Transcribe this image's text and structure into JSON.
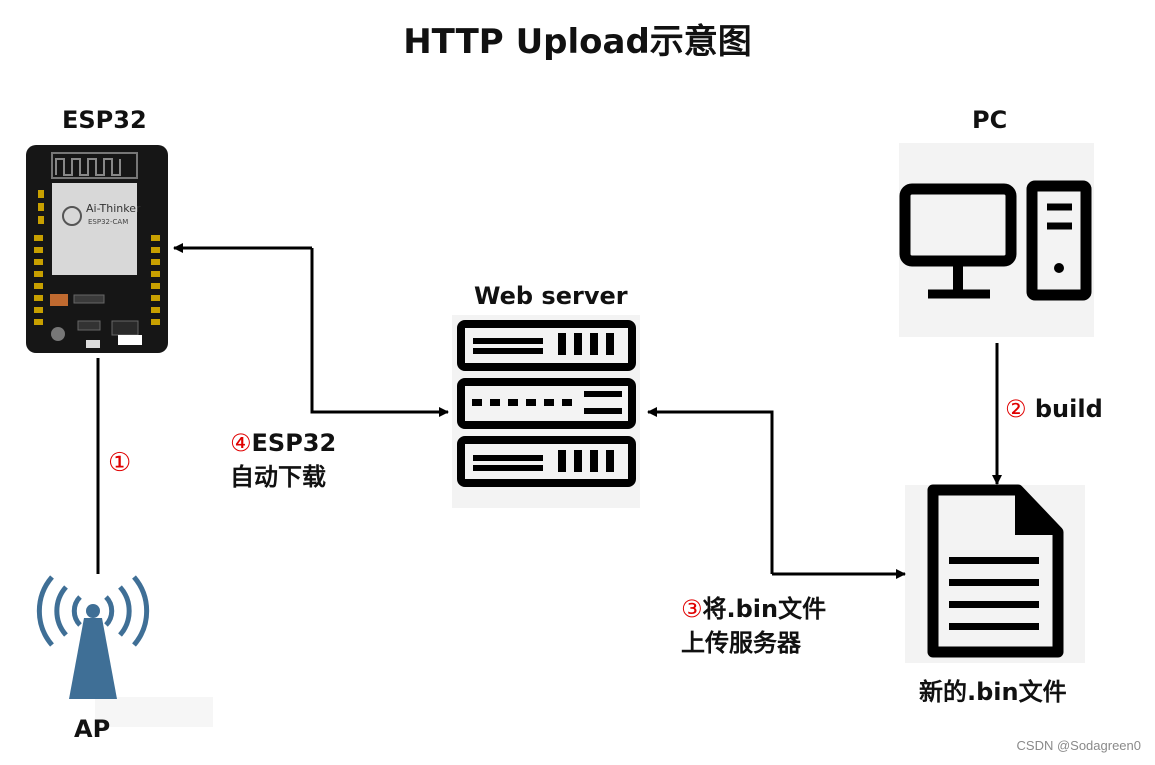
{
  "title": "HTTP Upload示意图",
  "nodes": {
    "esp32": {
      "label": "ESP32",
      "board_brand": "Ai-Thinker",
      "board_model": "ESP32-CAM"
    },
    "pc": {
      "label": "PC"
    },
    "web_server": {
      "label": "Web server"
    },
    "ap": {
      "label": "AP"
    },
    "new_bin": {
      "label": "新的.bin文件"
    }
  },
  "steps": {
    "s1": {
      "num": "①"
    },
    "s2": {
      "num": "②",
      "text": " build"
    },
    "s3": {
      "num": "③",
      "line1": "将.bin文件",
      "line2": "上传服务器"
    },
    "s4": {
      "num": "④",
      "line1": "ESP32",
      "line2": "自动下载"
    }
  },
  "watermark": "CSDN @Sodagreen0",
  "colors": {
    "arrow": "#000000",
    "step_number": "#e00000",
    "ap_icon": "#3f6f96",
    "icon_bg": "#f3f3f3"
  }
}
